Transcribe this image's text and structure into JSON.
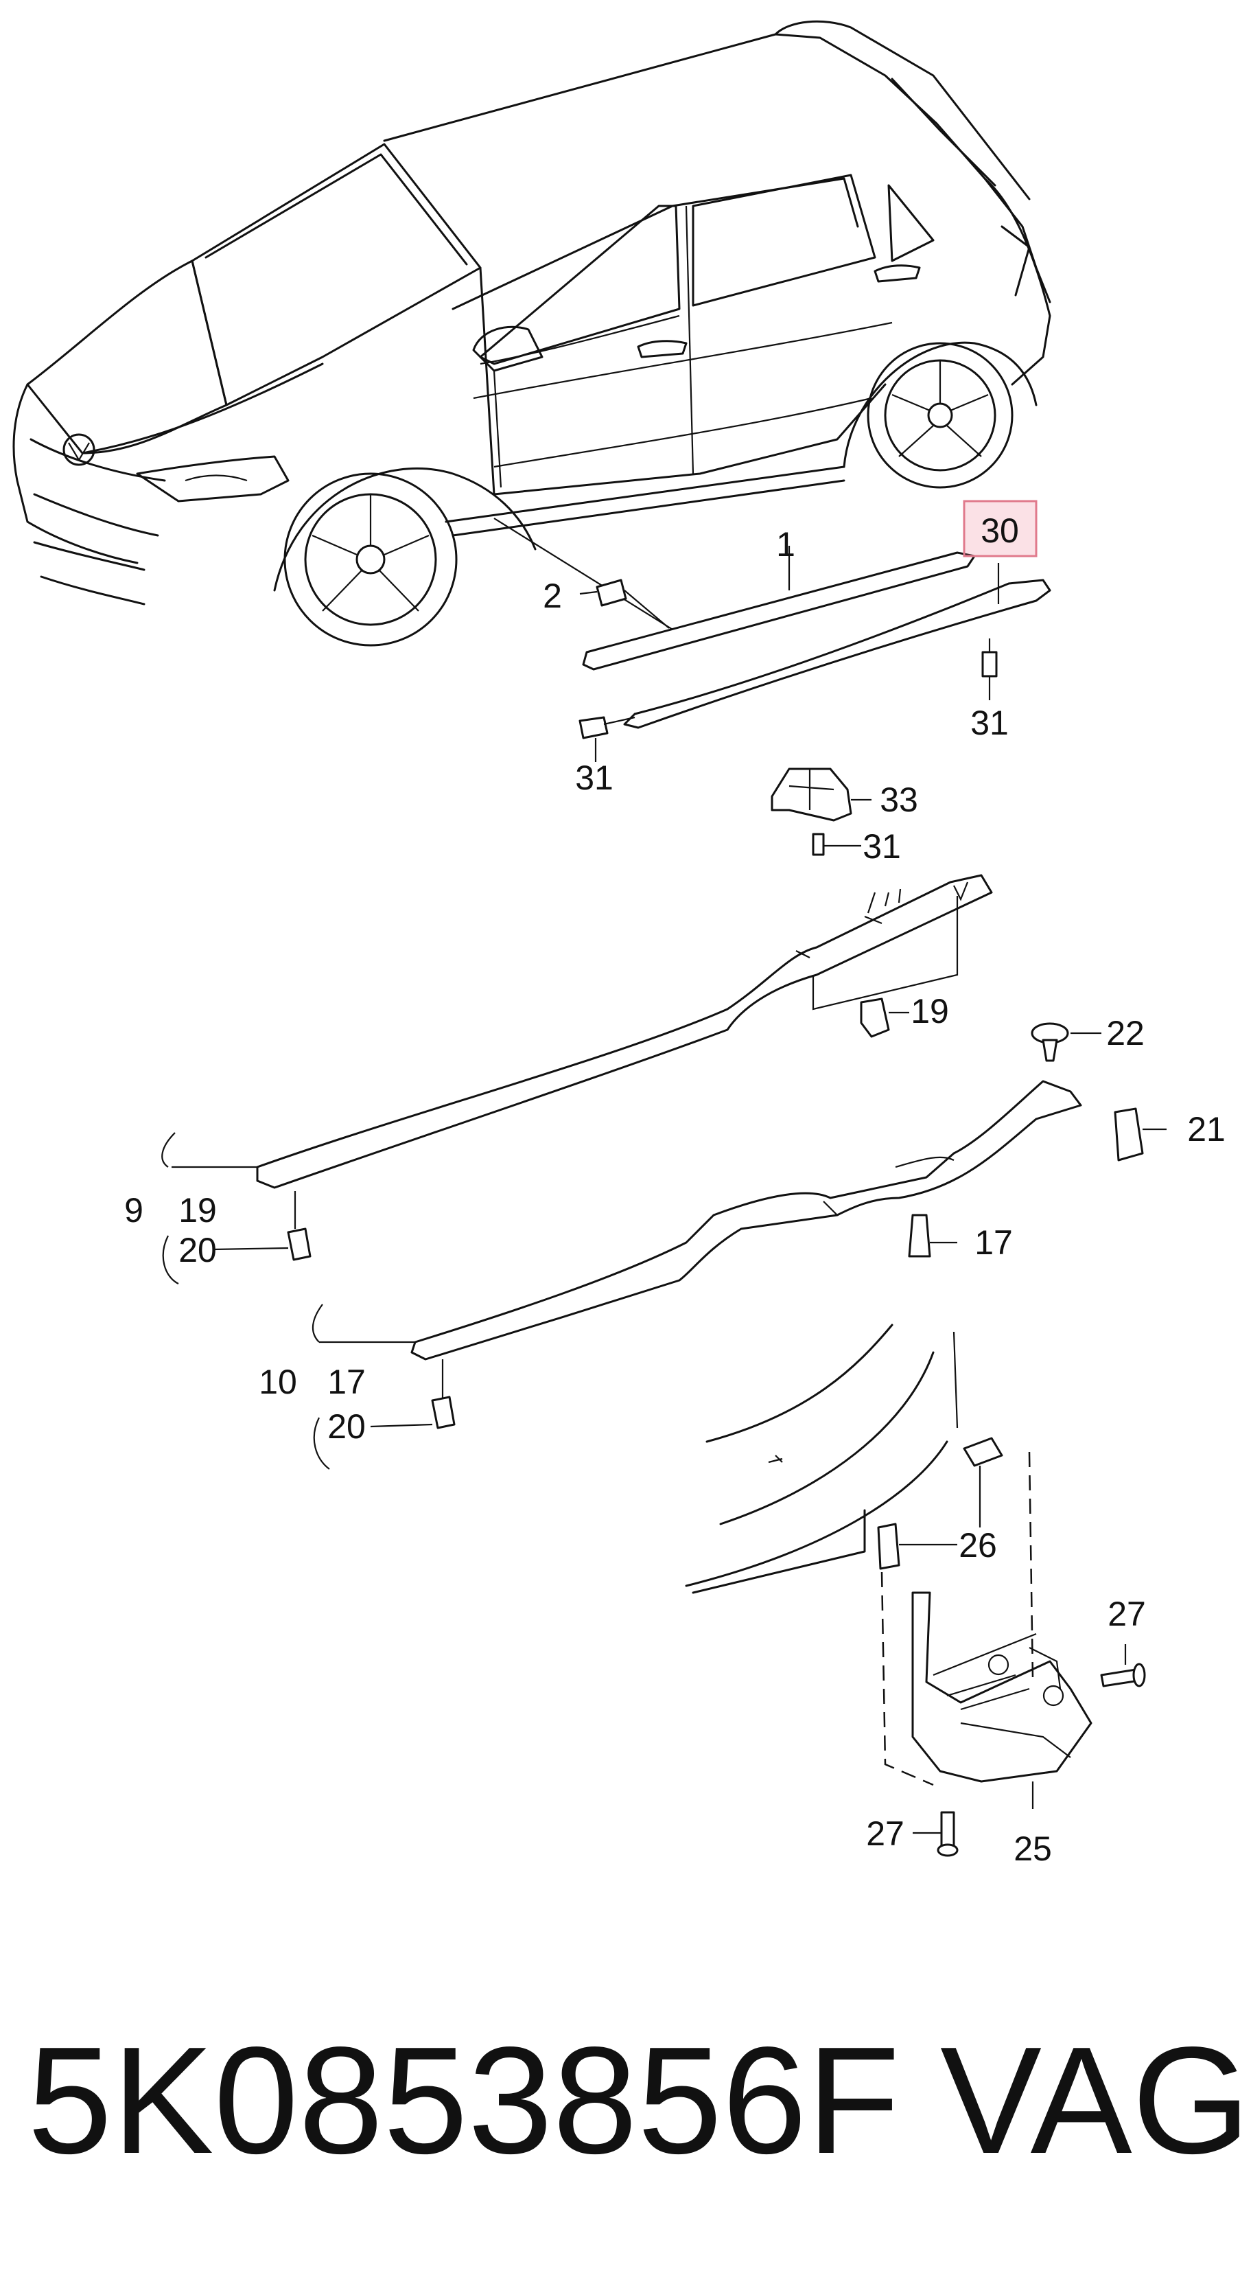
{
  "diagram": {
    "callouts": {
      "c1": "1",
      "c2": "2",
      "c9": "9",
      "c10": "10",
      "c17a": "17",
      "c17b": "17",
      "c19a": "19",
      "c19b": "19",
      "c20a": "20",
      "c20b": "20",
      "c21": "21",
      "c22": "22",
      "c25": "25",
      "c26": "26",
      "c27a": "27",
      "c27b": "27",
      "c30": "30",
      "c31a": "31",
      "c31b": "31",
      "c31c": "31",
      "c33": "33"
    },
    "highlighted_part": "30",
    "highlight_color": "#e07a8c"
  },
  "footer": {
    "part_number": "5K0853856F",
    "brand": "VAG"
  }
}
